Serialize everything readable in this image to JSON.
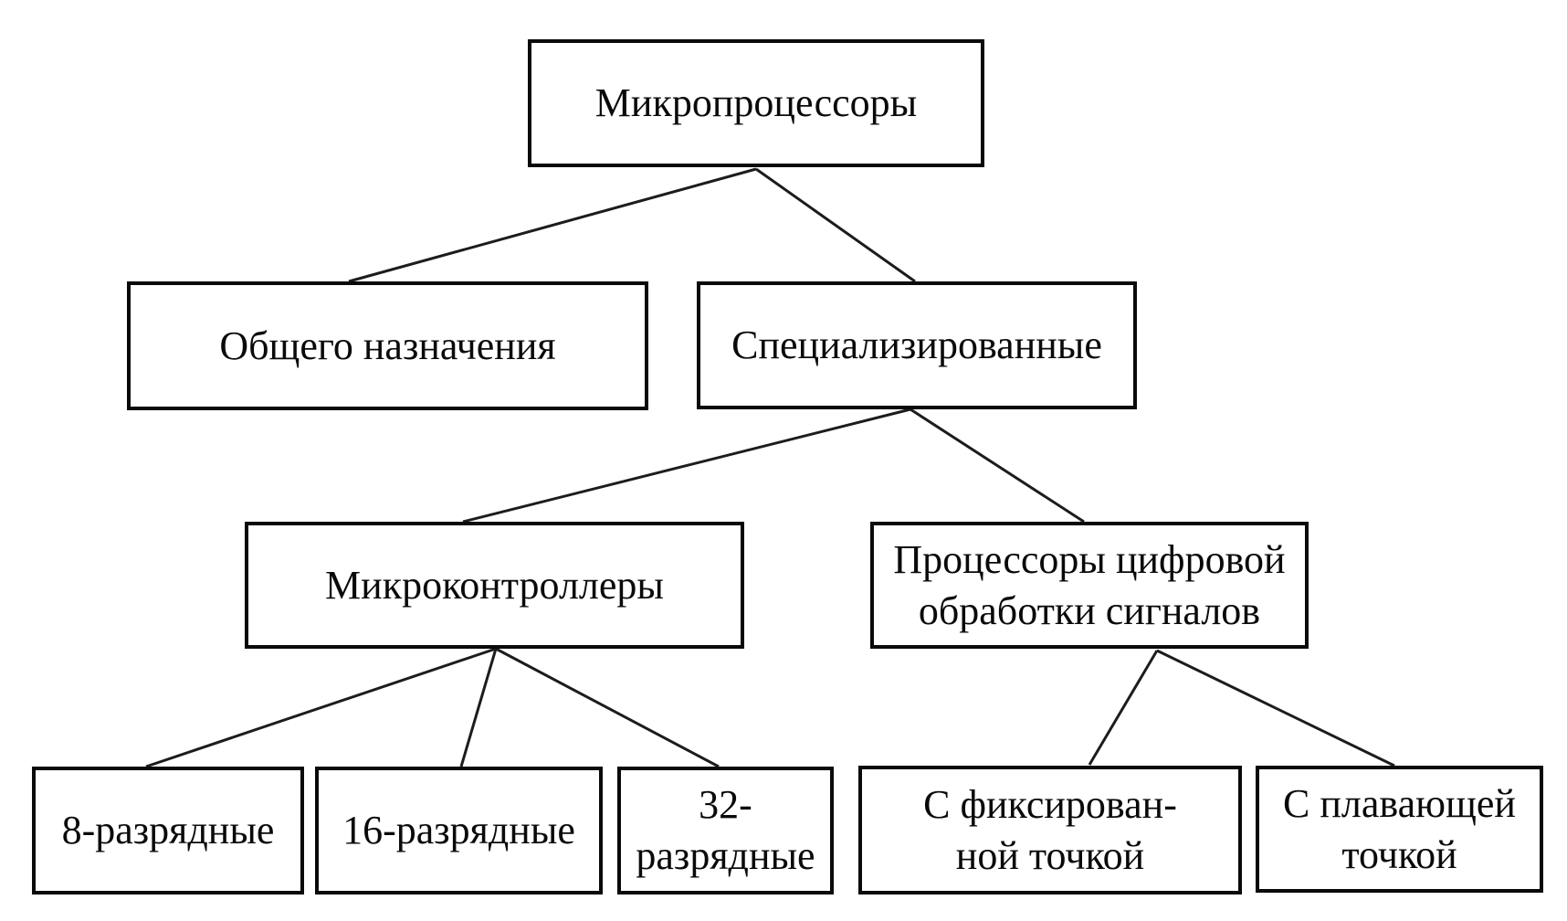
{
  "diagram": {
    "nodes": {
      "root": {
        "label": "Микропроцессоры"
      },
      "general": {
        "label": "Общего назначения"
      },
      "specialized": {
        "label": "Специализированные"
      },
      "mcu": {
        "label": "Микроконтроллеры"
      },
      "dsp": {
        "label": "Процессоры цифровой\nобработки сигналов"
      },
      "bit8": {
        "label": "8-разрядные"
      },
      "bit16": {
        "label": "16-разрядные"
      },
      "bit32": {
        "label": "32-разрядные"
      },
      "fixed": {
        "label": "С фиксирован-\nной точкой"
      },
      "float": {
        "label": "С плавающей\nточкой"
      }
    },
    "edges": [
      {
        "from": "root",
        "to": "general"
      },
      {
        "from": "root",
        "to": "specialized"
      },
      {
        "from": "specialized",
        "to": "mcu"
      },
      {
        "from": "specialized",
        "to": "dsp"
      },
      {
        "from": "mcu",
        "to": "bit8"
      },
      {
        "from": "mcu",
        "to": "bit16"
      },
      {
        "from": "mcu",
        "to": "bit32"
      },
      {
        "from": "dsp",
        "to": "fixed"
      },
      {
        "from": "dsp",
        "to": "float"
      }
    ],
    "colors": {
      "background": "#ffffff",
      "box_border": "#0a0a0a",
      "text": "#0a0a0a",
      "connector": "#1c1c1c"
    }
  }
}
